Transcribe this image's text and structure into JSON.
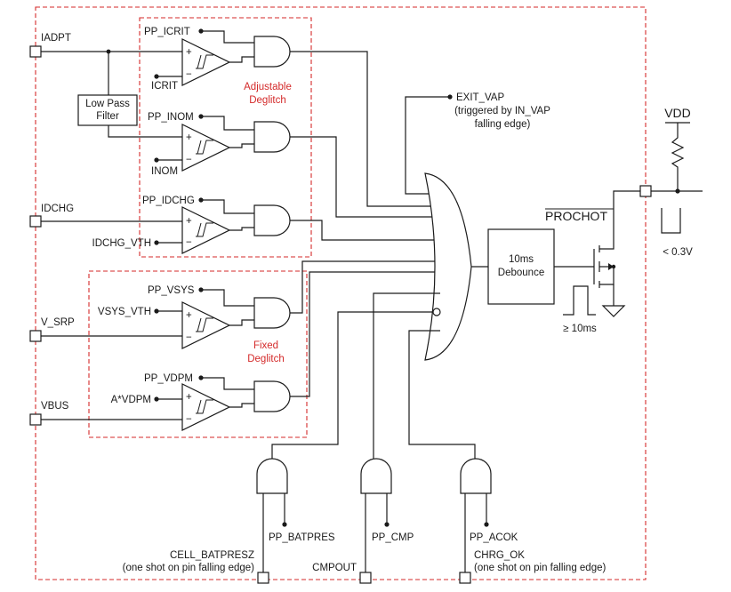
{
  "pins": {
    "iadpt": "IADPT",
    "idchg": "IDCHG",
    "v_srp": "V_SRP",
    "vbus": "VBUS"
  },
  "filter": {
    "line1": "Low Pass",
    "line2": "Filter"
  },
  "comparators": {
    "icrit": {
      "enable": "PP_ICRIT",
      "ref": "ICRIT"
    },
    "inom": {
      "enable": "PP_INOM",
      "ref": "INOM"
    },
    "idchg": {
      "enable": "PP_IDCHG",
      "ref": "IDCHG_VTH"
    },
    "vsys": {
      "enable": "PP_VSYS",
      "ref": "VSYS_VTH"
    },
    "vdpm": {
      "enable": "PP_VDPM",
      "ref": "A*VDPM"
    }
  },
  "groups": {
    "adjustable": {
      "line1": "Adjustable",
      "line2": "Deglitch"
    },
    "fixed": {
      "line1": "Fixed",
      "line2": "Deglitch"
    }
  },
  "exit_vap": {
    "label": "EXIT_VAP",
    "note1": "(triggered by IN_VAP",
    "note2": "falling edge)"
  },
  "debounce": {
    "line1": "10ms",
    "line2": "Debounce"
  },
  "pulse_label": "≥ 10ms",
  "vdd": "VDD",
  "prochot": "PROCHOT",
  "low_level": "< 0.3V",
  "bottom_gates": {
    "batpres": "PP_BATPRES",
    "cmp": "PP_CMP",
    "acok": "PP_ACOK"
  },
  "bottom_pins": {
    "cell_batpresz": "CELL_BATPRESZ",
    "cell_note": "(one shot on pin falling edge)",
    "cmpout": "CMPOUT",
    "chrg_ok": "CHRG_OK",
    "chrg_note": "(one shot on pin falling edge)"
  },
  "colors": {
    "wire": "#1a1a1a",
    "accent": "#d42a2a"
  }
}
